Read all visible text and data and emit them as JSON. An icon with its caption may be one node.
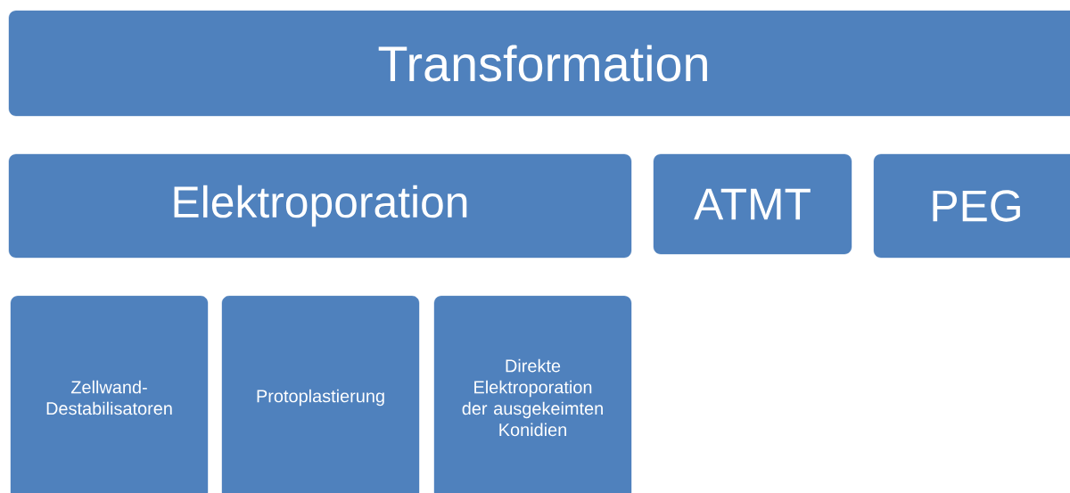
{
  "diagram": {
    "nodes": [
      {
        "text": [
          "Transformation"
        ]
      },
      {
        "text": [
          "Elektroporation"
        ]
      },
      {
        "text": [
          "ATMT"
        ]
      },
      {
        "text": [
          "PEG"
        ]
      },
      {
        "text": [
          "Zellwand-Destabilisatoren"
        ]
      },
      {
        "text": [
          "Protoplastierung"
        ]
      },
      {
        "text": [
          "Direkte Elektroporation der ausgekeimten Konidien"
        ]
      }
    ]
  }
}
